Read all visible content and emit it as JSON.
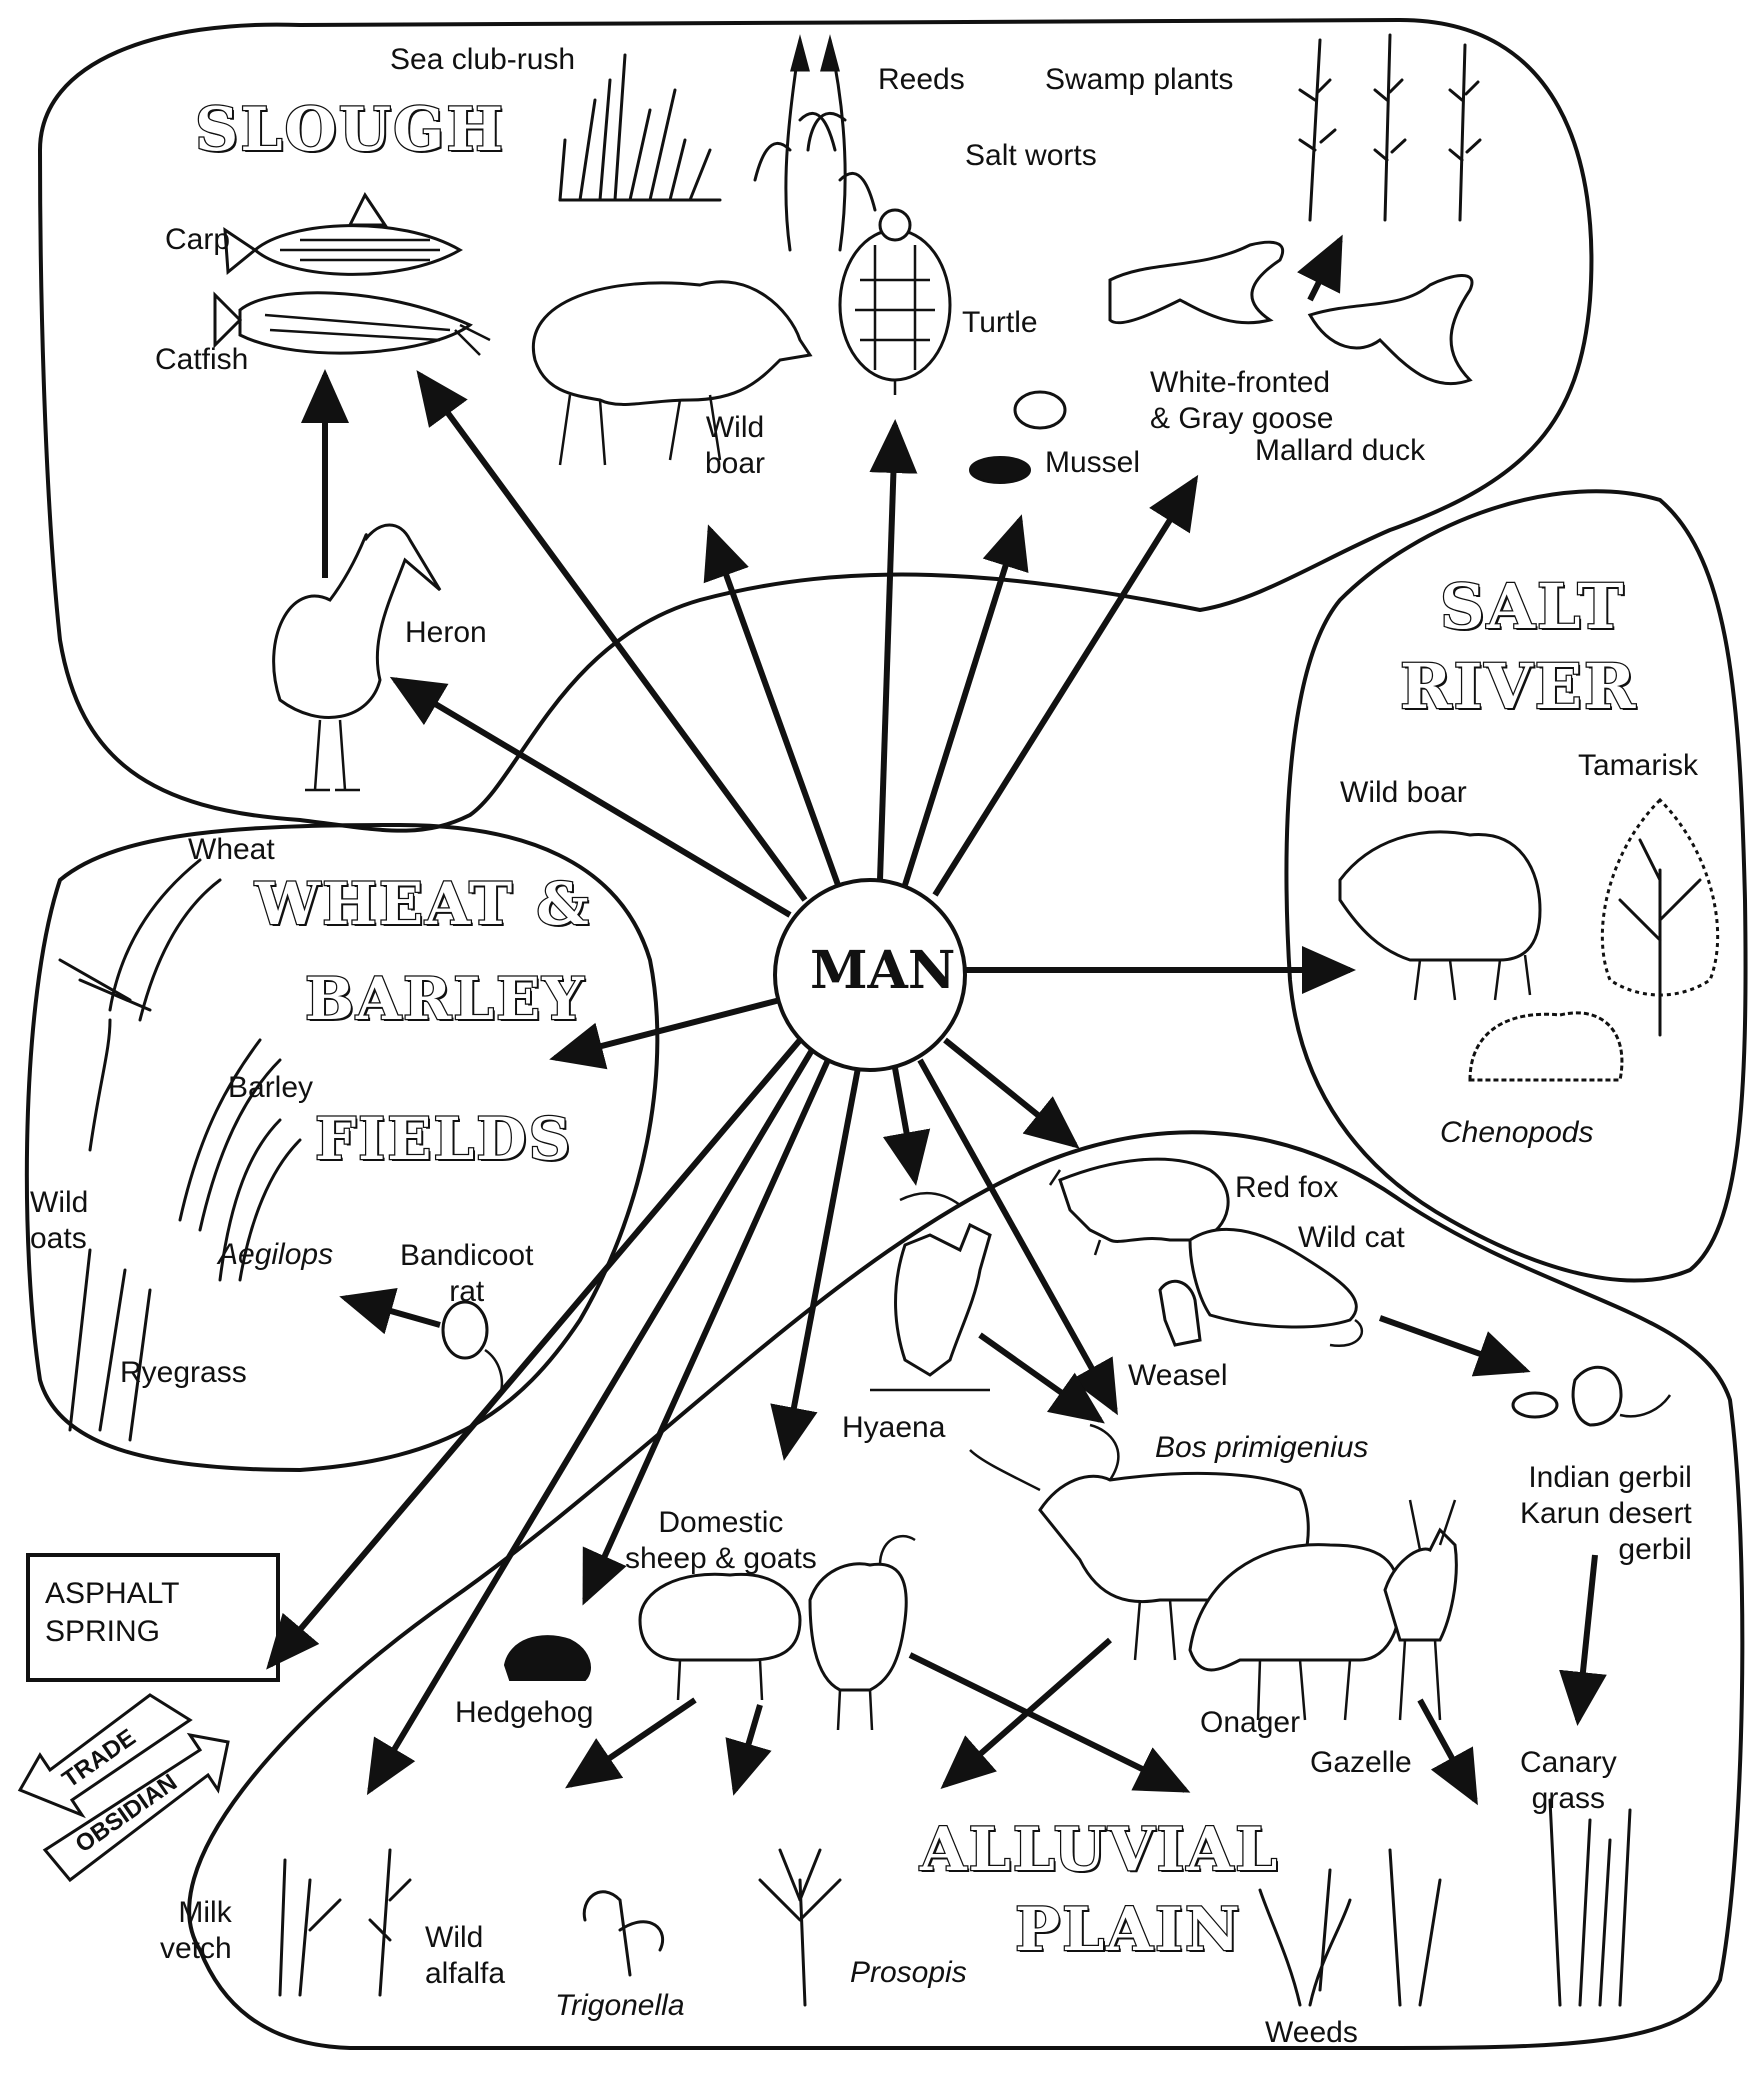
{
  "regions": {
    "slough": "SLOUGH",
    "salt_river_1": "SALT",
    "salt_river_2": "RIVER",
    "fields_1": "WHEAT &",
    "fields_2": "BARLEY",
    "fields_3": "FIELDS",
    "alluvial_1": "ALLUVIAL",
    "alluvial_2": "PLAIN"
  },
  "center": "MAN",
  "asphalt": {
    "line1": "ASPHALT",
    "line2": "SPRING"
  },
  "trade": "TRADE",
  "obsidian": "OBSIDIAN",
  "labels": {
    "sea_club_rush": "Sea club-rush",
    "reeds": "Reeds",
    "swamp_plants": "Swamp plants",
    "salt_worts": "Salt worts",
    "carp": "Carp",
    "catfish": "Catfish",
    "turtle": "Turtle",
    "wild_boar_slough_1": "Wild",
    "wild_boar_slough_2": "boar",
    "mussel": "Mussel",
    "goose_1": "White-fronted",
    "goose_2": "& Gray goose",
    "mallard": "Mallard duck",
    "heron": "Heron",
    "wild_boar_river": "Wild boar",
    "tamarisk": "Tamarisk",
    "chenopods": "Chenopods",
    "wheat": "Wheat",
    "barley": "Barley",
    "wild_oats_1": "Wild",
    "wild_oats_2": "oats",
    "aegilops": "Aegilops",
    "bandicoot_1": "Bandicoot",
    "bandicoot_2": "rat",
    "ryegrass": "Ryegrass",
    "red_fox": "Red fox",
    "wild_cat": "Wild cat",
    "weasel": "Weasel",
    "hyaena": "Hyaena",
    "bos": "Bos primigenius",
    "gerbil_1": "Indian gerbil",
    "gerbil_2": "Karun desert",
    "gerbil_3": "gerbil",
    "sheep_1": "Domestic",
    "sheep_2": "sheep & goats",
    "hedgehog": "Hedgehog",
    "onager": "Onager",
    "gazelle": "Gazelle",
    "canary_1": "Canary",
    "canary_2": "grass",
    "milk_vetch_1": "Milk",
    "milk_vetch_2": "vetch",
    "wild_alfalfa_1": "Wild",
    "wild_alfalfa_2": "alfalfa",
    "trigonella": "Trigonella",
    "prosopis": "Prosopis",
    "weeds": "Weeds"
  }
}
